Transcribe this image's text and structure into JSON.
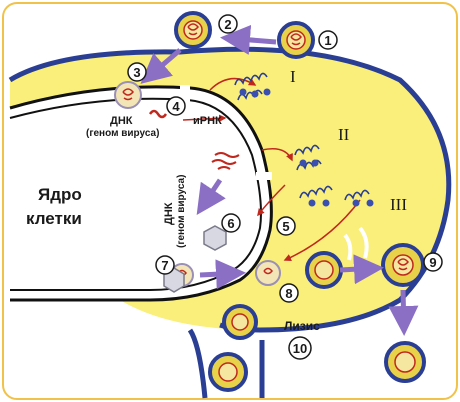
{
  "labels": {
    "nucleus_line1": "Ядро",
    "nucleus_line2": "клетки",
    "dna_host": "ДНК",
    "dna_host_sub": "(геном вируса)",
    "mrna": "иРНК",
    "dna_vertical": "ДНК",
    "dna_vertical_sub": "(геном вируса)",
    "lysis": "Лизис"
  },
  "steps": [
    "1",
    "2",
    "3",
    "4",
    "5",
    "6",
    "7",
    "8",
    "9",
    "10"
  ],
  "stages": [
    "I",
    "II",
    "III"
  ],
  "colors": {
    "cytoplasm": "#f9ef7a",
    "membrane": "#2a3e94",
    "nucleus_wall": "#111111",
    "arrow": "#8a6fc4",
    "red_arrow": "#c0281e",
    "capsid_fill": "#e8d24a",
    "spike": "#2a3e94",
    "protein": "#3a4fb0"
  }
}
